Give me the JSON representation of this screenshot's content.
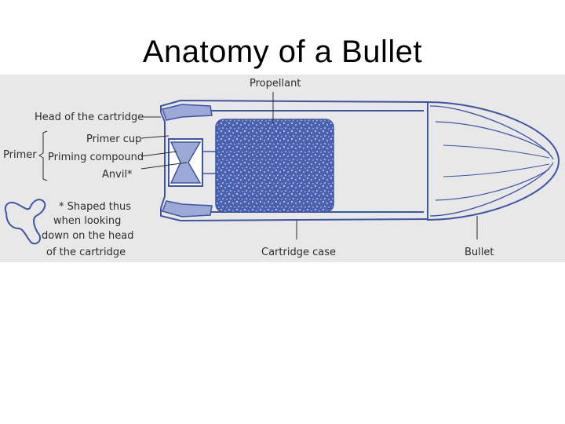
{
  "slide": {
    "title": "Anatomy of a Bullet"
  },
  "diagram": {
    "labels": {
      "propellant": "Propellant",
      "head_of_cartridge": "Head of the cartridge",
      "primer_cup": "Primer cup",
      "primer": "Primer",
      "priming_compound": "Priming compound",
      "anvil": "Anvil*",
      "note_line1": "* Shaped thus",
      "note_line2": "when looking",
      "note_line3": "down on the head",
      "note_line4": "of the cartridge",
      "cartridge_case": "Cartridge case",
      "bullet": "Bullet"
    },
    "colors": {
      "background": "#e8e8e8",
      "outline": "#3e55a2",
      "fill": "#9ca9d8",
      "propellant": "#4a62b0",
      "label_text": "#2c2c2c"
    }
  }
}
